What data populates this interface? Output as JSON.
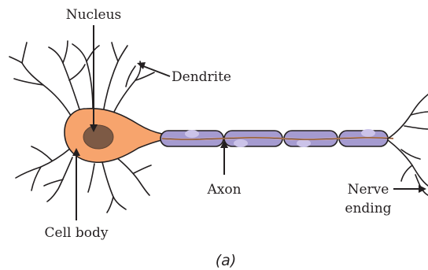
{
  "labels": {
    "nucleus": "Nucleus",
    "dendrite": "Dendrite",
    "axon": "Axon",
    "nerve_ending_line1": "Nerve",
    "nerve_ending_line2": "ending",
    "cell_body": "Cell body"
  },
  "caption": "(a)",
  "colors": {
    "cell_body": "#f7a46d",
    "nucleus": "#7d5a45",
    "myelin_sheath": "#a59bd0",
    "node_bulge": "#cbc3e9",
    "outline": "#231f20"
  }
}
